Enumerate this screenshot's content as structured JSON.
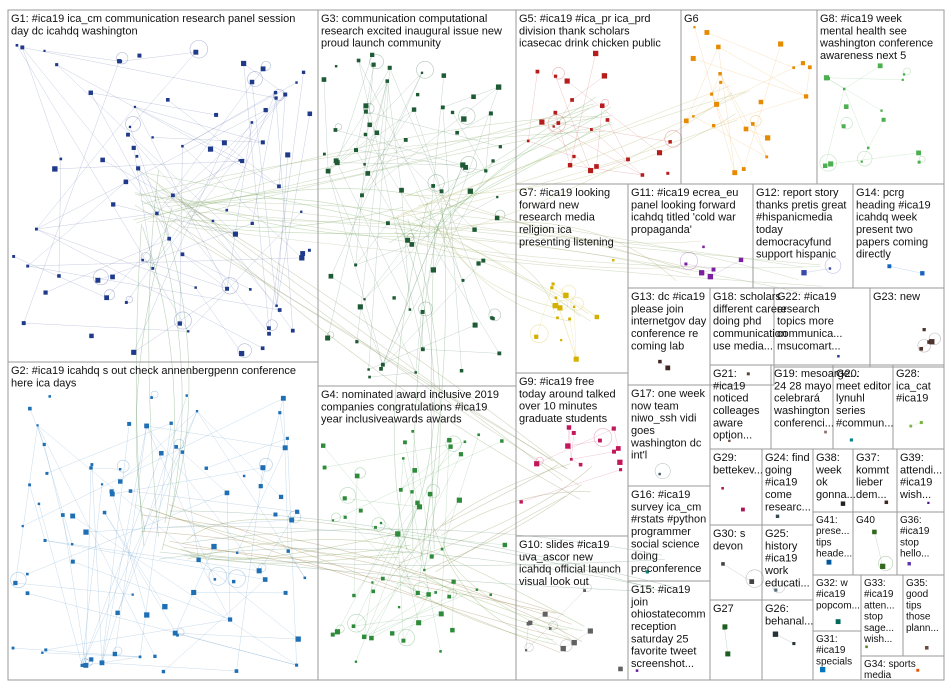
{
  "groups": [
    {
      "id": "G1",
      "label_lines": [
        "G1: #ica19 ica_cm communication research panel session",
        "day dc icahdq washington"
      ],
      "color": "#1f3a8a"
    },
    {
      "id": "G2",
      "label_lines": [
        "G2: #ica19 icahdq s out check annenbergpenn conference",
        "here ica days"
      ],
      "color": "#1f6fb5"
    },
    {
      "id": "G3",
      "label_lines": [
        "G3: communication computational",
        "research excited inaugural issue new",
        "proud launch community"
      ],
      "color": "#1e5b35"
    },
    {
      "id": "G4",
      "label_lines": [
        "G4: nominated award inclusive 2019",
        "companies congratulations #ica19",
        "year inclusiveawards awards"
      ],
      "color": "#2e8b3a"
    },
    {
      "id": "G5",
      "label_lines": [
        "G5: #ica19 #ica_pr ica_prd",
        "division thank scholars",
        "icasecac drink chicken public"
      ],
      "color": "#b71c1c"
    },
    {
      "id": "G6",
      "label_lines": [
        "G6"
      ],
      "color": "#e68a00"
    },
    {
      "id": "G7",
      "label_lines": [
        "G7: #ica19 looking",
        "forward new",
        "research media",
        "religion ica",
        "presenting listening"
      ],
      "color": "#d4b000"
    },
    {
      "id": "G8",
      "label_lines": [
        "G8: #ica19 week",
        "mental health see",
        "washington conference",
        "awareness next 5"
      ],
      "color": "#4caf50"
    },
    {
      "id": "G9",
      "label_lines": [
        "G9: #ica19 free",
        "today around talked",
        "over 10 minutes",
        "graduate students"
      ],
      "color": "#c2185b"
    },
    {
      "id": "G10",
      "label_lines": [
        "G10: slides #ica19",
        "uva_ascor new",
        "icahdq official launch",
        "visual look out"
      ],
      "color": "#616161"
    },
    {
      "id": "G11",
      "label_lines": [
        "G11: #ica19 ecrea_eu",
        "panel looking forward",
        "icahdq titled 'cold war",
        "propaganda'"
      ],
      "color": "#7b1fa2"
    },
    {
      "id": "G12",
      "label_lines": [
        "G12: report story",
        "thanks pretis great",
        "#hispanicmedia",
        "today",
        "democracyfund",
        "support hispanic"
      ],
      "color": "#3949ab"
    },
    {
      "id": "G13",
      "label_lines": [
        "G13: dc #ica19",
        "please join",
        "internetgov day",
        "conference re",
        "coming lab"
      ],
      "color": "#3e2723"
    },
    {
      "id": "G14",
      "label_lines": [
        "G14: pcrg",
        "heading #ica19",
        "icahdq week",
        "present two",
        "papers coming",
        "directly"
      ],
      "color": "#1565c0"
    },
    {
      "id": "G15",
      "label_lines": [
        "G15: #ica19",
        "join",
        "ohiostatecomm",
        "reception",
        "saturday 25",
        "favorite tweet",
        "screenshot..."
      ],
      "color": "#6a1b9a"
    },
    {
      "id": "G16",
      "label_lines": [
        "G16: #ica19",
        "survey ica_cm",
        "#rstats #python",
        "programmer",
        "social science",
        "doing",
        "preconference"
      ],
      "color": "#00897b"
    },
    {
      "id": "G17",
      "label_lines": [
        "G17: one week",
        "now team",
        "niwo_ssh vidi",
        "goes",
        "washington dc",
        "int'l"
      ],
      "color": "#455a64"
    },
    {
      "id": "G18",
      "label_lines": [
        "G18: scholars",
        "different career",
        "doing phd",
        "communication",
        "use media..."
      ],
      "color": "#5d4037"
    },
    {
      "id": "G19",
      "label_lines": [
        "G19: mesoarge...",
        "24 28 mayo",
        "celebrará",
        "washington",
        "conferenci..."
      ],
      "color": "#8d6e63"
    },
    {
      "id": "G20",
      "label_lines": [
        "G20:",
        "meet editor",
        "lynuhl",
        "series",
        "#commun..."
      ],
      "color": "#00838f"
    },
    {
      "id": "G21",
      "label_lines": [
        "G21:",
        "#ica19",
        "noticed",
        "colleages",
        "aware",
        "option..."
      ],
      "color": "#6d4c41"
    },
    {
      "id": "G22",
      "label_lines": [
        "G22: #ica19",
        "research",
        "topics more",
        "communica...",
        "msucomart..."
      ],
      "color": "#283593"
    },
    {
      "id": "G23",
      "label_lines": [
        "G23: new"
      ],
      "color": "#4e342e"
    },
    {
      "id": "G24",
      "label_lines": [
        "G24: find",
        "going",
        "#ica19",
        "come",
        "researc..."
      ],
      "color": "#37474f"
    },
    {
      "id": "G25",
      "label_lines": [
        "G25:",
        "history",
        "#ica19",
        "work",
        "educati..."
      ],
      "color": "#546e7a"
    },
    {
      "id": "G26",
      "label_lines": [
        "G26:",
        "behanal..."
      ],
      "color": "#263238"
    },
    {
      "id": "G27",
      "label_lines": [
        "G27"
      ],
      "color": "#1b5e20"
    },
    {
      "id": "G28",
      "label_lines": [
        "G28:",
        "ica_cat",
        "#ica19"
      ],
      "color": "#7cb342"
    },
    {
      "id": "G29",
      "label_lines": [
        "G29:",
        "bettekev..."
      ],
      "color": "#ad1457"
    },
    {
      "id": "G30",
      "label_lines": [
        "G30: s",
        "devon"
      ],
      "color": "#424242"
    },
    {
      "id": "G31",
      "label_lines": [
        "G31:",
        "#ica19",
        "specials"
      ],
      "color": "#0277bd"
    },
    {
      "id": "G32",
      "label_lines": [
        "G32: w",
        "#ica19",
        "popcom..."
      ],
      "color": "#00695c"
    },
    {
      "id": "G33",
      "label_lines": [
        "G33:",
        "#ica19",
        "atten...",
        "stop",
        "sage...",
        "wish..."
      ],
      "color": "#558b2f"
    },
    {
      "id": "G34",
      "label_lines": [
        "G34: sports",
        "media"
      ],
      "color": "#e65100"
    },
    {
      "id": "G35",
      "label_lines": [
        "G35:",
        "good",
        "tips",
        "those",
        "plann..."
      ],
      "color": "#6d4c41"
    },
    {
      "id": "G36",
      "label_lines": [
        "G36:",
        "#ica19",
        "stop",
        "hello..."
      ],
      "color": "#5e35b1"
    },
    {
      "id": "G37",
      "label_lines": [
        "G37:",
        "kommt",
        "lieber",
        "dem..."
      ],
      "color": "#3e2723"
    },
    {
      "id": "G38",
      "label_lines": [
        "G38:",
        "week",
        "ok",
        "gonna..."
      ],
      "color": "#212121"
    },
    {
      "id": "G39",
      "label_lines": [
        "G39:",
        "attendi...",
        "#ica19",
        "wish..."
      ],
      "color": "#4a148c"
    },
    {
      "id": "G40",
      "label_lines": [
        "G40"
      ],
      "color": "#33691e"
    },
    {
      "id": "G41",
      "label_lines": [
        "G41:",
        "prese...",
        "tips",
        "heade..."
      ],
      "color": "#01579b"
    }
  ]
}
